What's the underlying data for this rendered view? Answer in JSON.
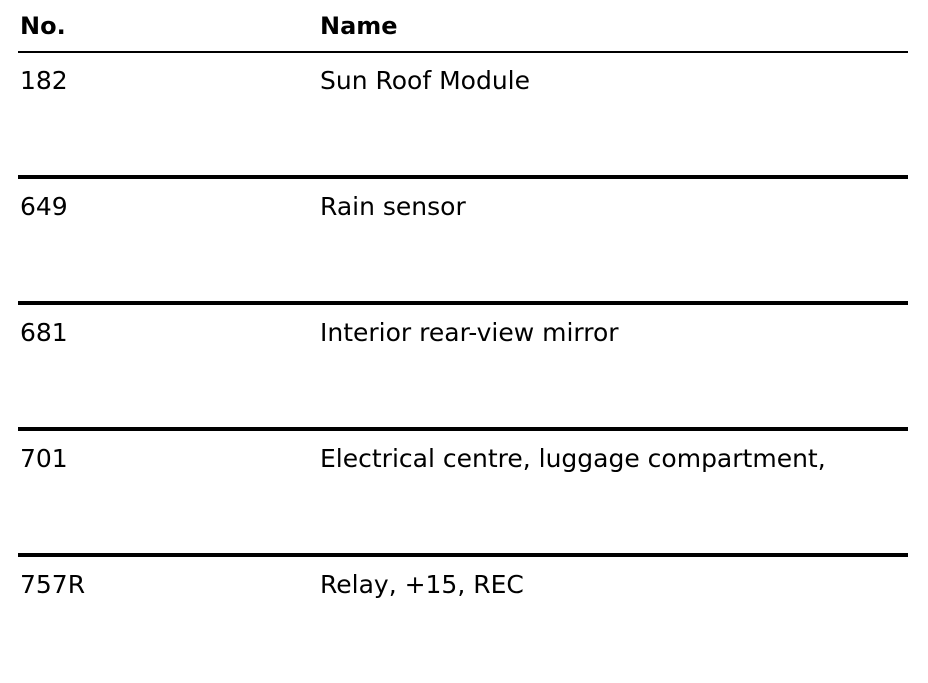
{
  "table": {
    "headers": {
      "no": "No.",
      "name": "Name"
    },
    "rows": [
      {
        "no": "182",
        "name": "Sun Roof Module"
      },
      {
        "no": "649",
        "name": "Rain sensor"
      },
      {
        "no": "681",
        "name": "Interior rear-view mirror"
      },
      {
        "no": "701",
        "name": "Electrical centre, luggage compartment,"
      },
      {
        "no": "757R",
        "name": "Relay, +15, REC"
      }
    ]
  }
}
